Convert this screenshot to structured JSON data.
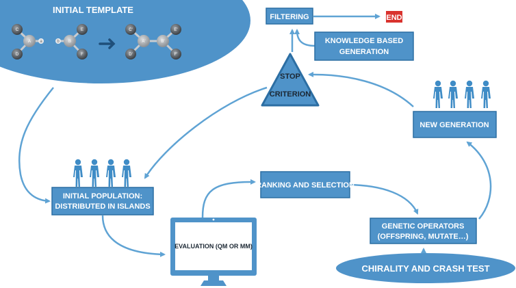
{
  "colors": {
    "primary": "#4f93c9",
    "border": "#2c6ea3",
    "arrow": "#5fa3d4",
    "end": "#d9322d",
    "people": "#3f8cc6"
  },
  "template": {
    "title": "INITIAL TEMPLATE",
    "left_atoms": [
      "C",
      "A",
      "a",
      "b",
      "B",
      "E",
      "D",
      "F"
    ],
    "right_atoms": [
      "C'",
      "A'",
      "B'",
      "E'",
      "D'",
      "F'"
    ],
    "arrow_icon": "right-arrow"
  },
  "nodes": {
    "filtering": "FILTERING",
    "end": "END",
    "knowledge_line1": "KNOWLEDGE BASED",
    "knowledge_line2": "GENERATION",
    "stop_line1": "STOP",
    "stop_line2": "CRITERION",
    "new_generation": "NEW GENERATION",
    "initial_pop_line1": "INITIAL POPULATION:",
    "initial_pop_line2": "DISTRIBUTED IN ISLANDS",
    "ranking": "RANKING AND SELECTION",
    "evaluation": "EVALUATION (QM OR MM)",
    "genetic_line1": "GENETIC OPERATORS",
    "genetic_line2": "(OFFSPRING, MUTATE…)",
    "chirality": "CHIRALITY AND CRASH TEST"
  },
  "icons": {
    "people_group": "people-group-icon",
    "monitor": "monitor-icon"
  }
}
